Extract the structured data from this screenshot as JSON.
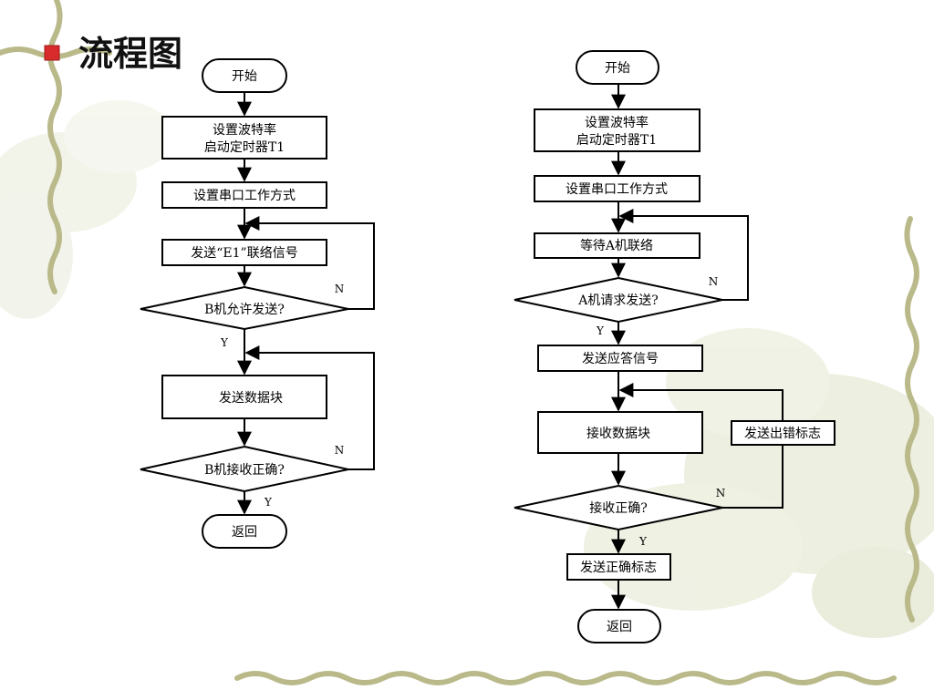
{
  "slide": {
    "title": "流程图",
    "accent_color": "#d92b2b"
  },
  "left_flow": {
    "start": "开始",
    "step_baud_line1": "设置波特率",
    "step_baud_line2": "启动定时器T1",
    "step_serial_mode": "设置串口工作方式",
    "step_send_signal": "发送“E1”联络信号",
    "decision_allow": "B机允许发送?",
    "step_send_block": "发送数据块",
    "decision_recv_ok": "B机接收正确?",
    "end": "返回",
    "label_n1": "N",
    "label_y1": "Y",
    "label_n2": "N",
    "label_y2": "Y"
  },
  "right_flow": {
    "start": "开始",
    "step_baud_line1": "设置波特率",
    "step_baud_line2": "启动定时器T1",
    "step_serial_mode": "设置串口工作方式",
    "step_wait": "等待A机联络",
    "decision_request": "A机请求发送?",
    "step_send_ack": "发送应答信号",
    "step_recv_block": "接收数据块",
    "step_error_flag": "发送出错标志",
    "decision_recv_ok": "接收正确?",
    "step_correct_flag": "发送正确标志",
    "end": "返回",
    "label_n1": "N",
    "label_y1": "Y",
    "label_n2": "N",
    "label_y2": "Y"
  }
}
